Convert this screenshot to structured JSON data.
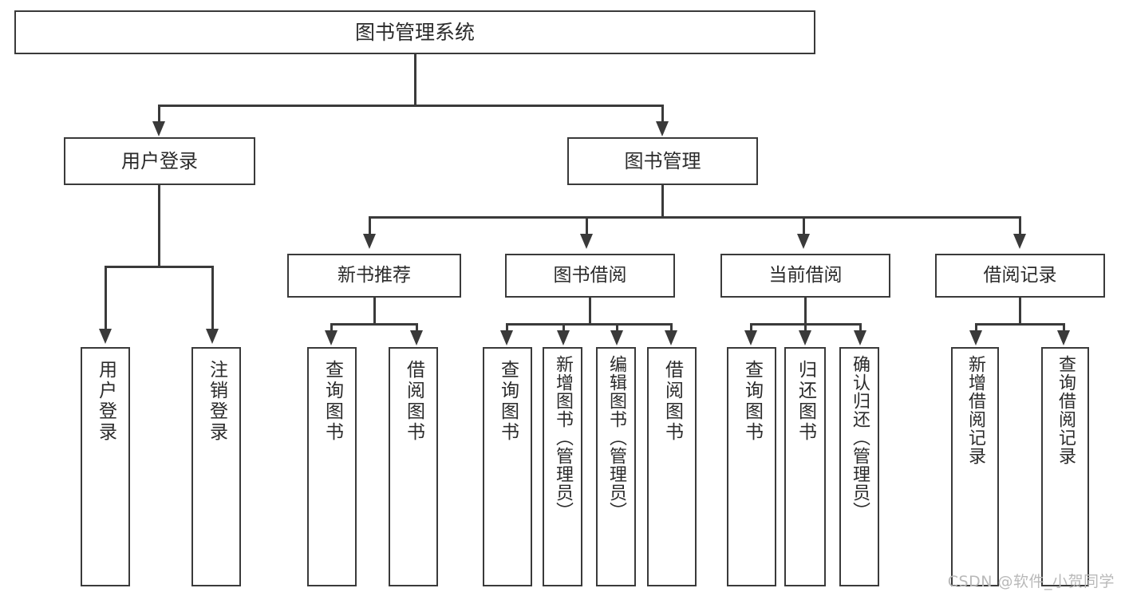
{
  "diagram": {
    "type": "tree-hierarchy-chart",
    "title": "图书管理系统",
    "background_color": "#ffffff",
    "line_color": "#3a3a3a",
    "text_color": "#2b2b2b"
  },
  "root": {
    "label": "图书管理系统"
  },
  "level1": [
    {
      "label": "用户登录"
    },
    {
      "label": "图书管理"
    }
  ],
  "level2": [
    {
      "label": "新书推荐"
    },
    {
      "label": "图书借阅"
    },
    {
      "label": "当前借阅"
    },
    {
      "label": "借阅记录"
    }
  ],
  "leaves": [
    {
      "label": "用户登录",
      "parent": "用户登录"
    },
    {
      "label": "注销登录",
      "parent": "用户登录"
    },
    {
      "label": "查询图书",
      "parent": "新书推荐"
    },
    {
      "label": "借阅图书",
      "parent": "新书推荐"
    },
    {
      "label": "查询图书",
      "parent": "图书借阅"
    },
    {
      "label": "新增图书（管理员）",
      "parent": "图书借阅"
    },
    {
      "label": "编辑图书（管理员）",
      "parent": "图书借阅"
    },
    {
      "label": "借阅图书",
      "parent": "图书借阅"
    },
    {
      "label": "查询图书",
      "parent": "当前借阅"
    },
    {
      "label": "归还图书",
      "parent": "当前借阅"
    },
    {
      "label": "确认归还（管理员）",
      "parent": "当前借阅"
    },
    {
      "label": "新增借阅记录",
      "parent": "借阅记录"
    },
    {
      "label": "查询借阅记录",
      "parent": "借阅记录"
    }
  ],
  "watermark": {
    "text": "CSDN @软件_小贺同学"
  }
}
